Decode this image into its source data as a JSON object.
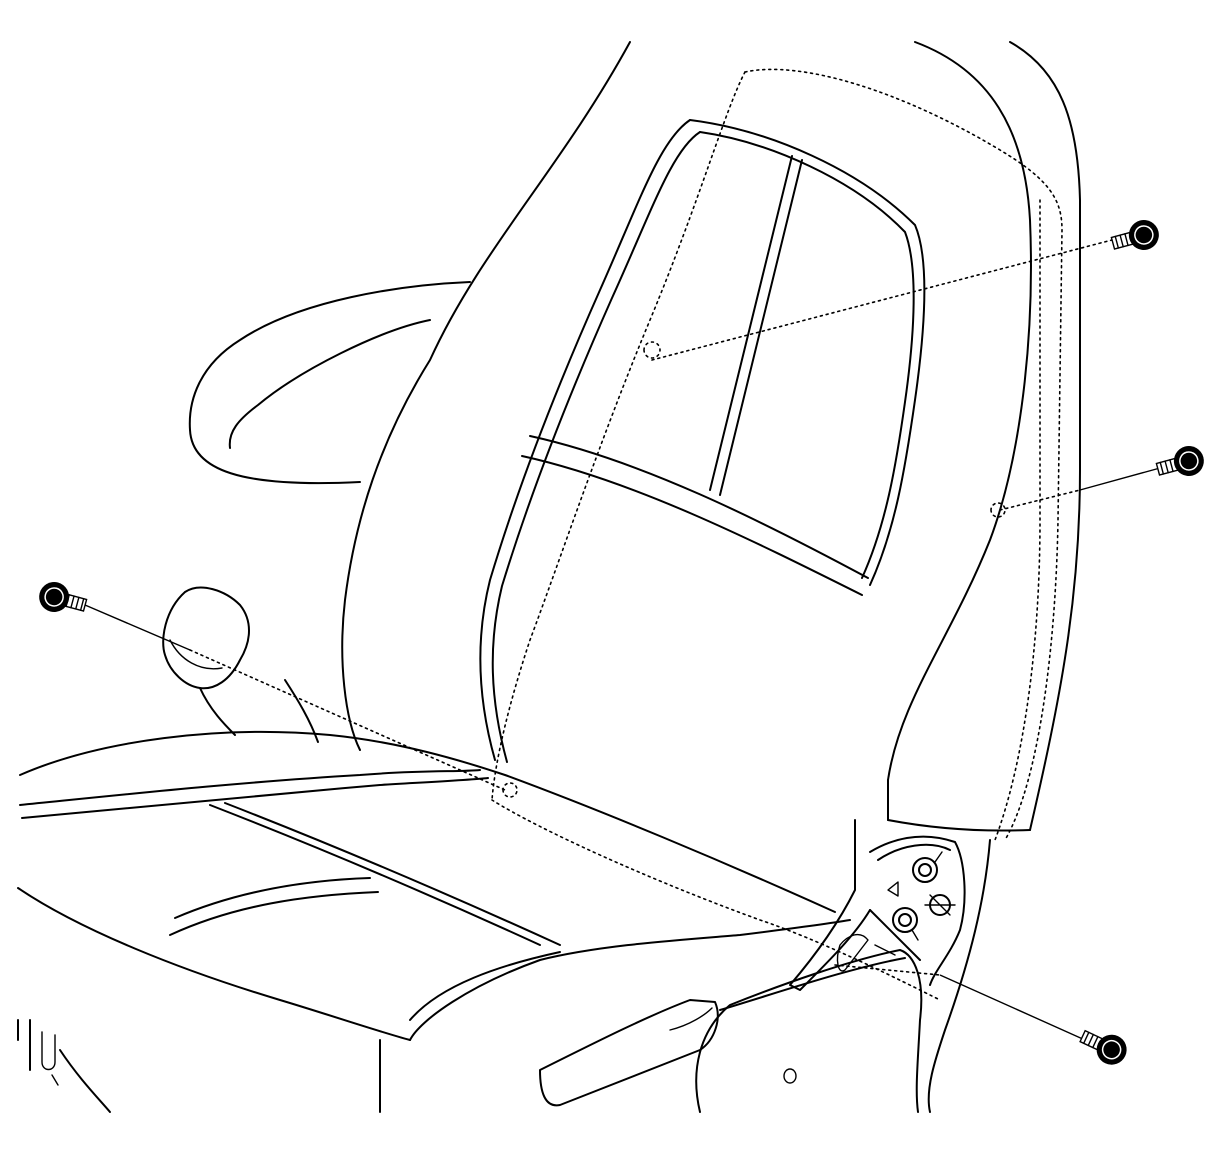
{
  "diagram": {
    "subject": "seat-assembly",
    "components": [
      {
        "id": "seat-back",
        "type": "outline"
      },
      {
        "id": "seat-cushion",
        "type": "outline"
      },
      {
        "id": "armrest",
        "type": "outline"
      },
      {
        "id": "seat-belt-buckle",
        "type": "outline"
      },
      {
        "id": "recliner-mechanism",
        "type": "outline"
      },
      {
        "id": "side-trim-panel",
        "type": "outline"
      }
    ],
    "fasteners": [
      {
        "id": "bolt-upper-right",
        "icon": "bolt-icon"
      },
      {
        "id": "bolt-middle-right",
        "icon": "bolt-icon"
      },
      {
        "id": "bolt-left",
        "icon": "bolt-icon"
      },
      {
        "id": "bolt-lower-right",
        "icon": "bolt-icon"
      }
    ],
    "colors": {
      "line": "#000000",
      "background": "#ffffff"
    }
  }
}
